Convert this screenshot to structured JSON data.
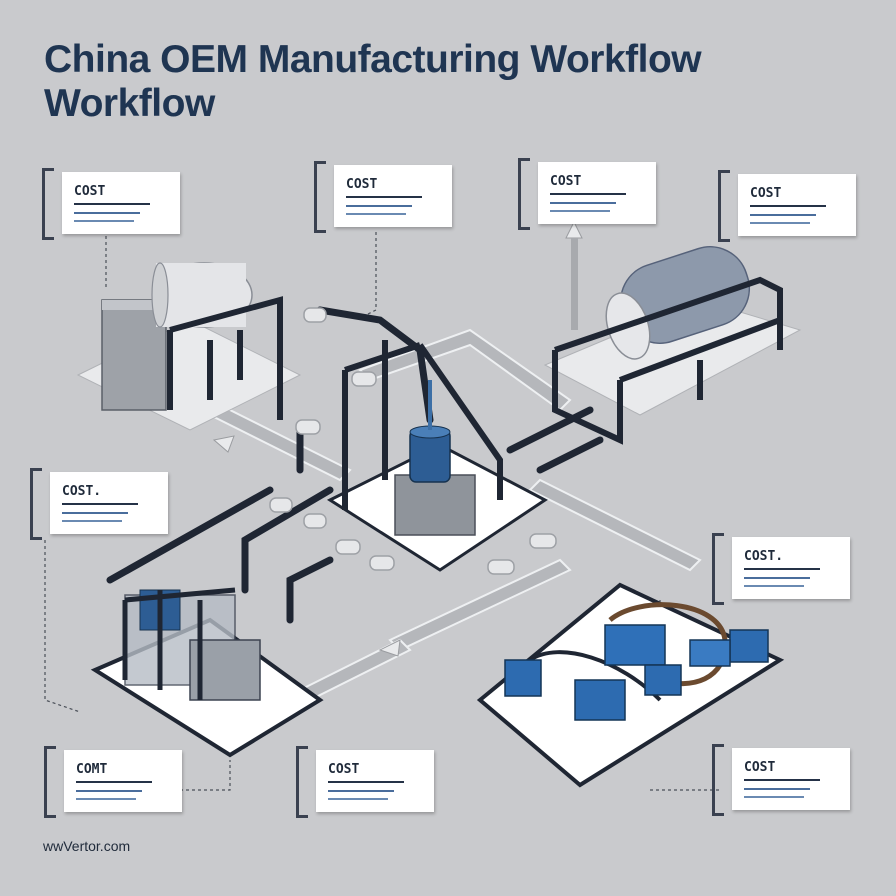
{
  "title": "China OEM Manufacturing Workflow Workflow",
  "cards": [
    {
      "id": "cost-1",
      "label": "COST"
    },
    {
      "id": "cost-2",
      "label": "COST"
    },
    {
      "id": "cost-3",
      "label": "COST"
    },
    {
      "id": "cost-4",
      "label": "COST"
    },
    {
      "id": "cost-5",
      "label": "COST."
    },
    {
      "id": "cost-6",
      "label": "COST."
    },
    {
      "id": "cost-7",
      "label": "COMT"
    },
    {
      "id": "cost-8",
      "label": "COST"
    },
    {
      "id": "cost-9",
      "label": "COST"
    }
  ],
  "footer": "wwVertor.com",
  "colors": {
    "background": "#c9cacd",
    "title": "#1f3552",
    "blue": "#2d5d94",
    "dark": "#1e2430",
    "platform": "#ffffff"
  }
}
